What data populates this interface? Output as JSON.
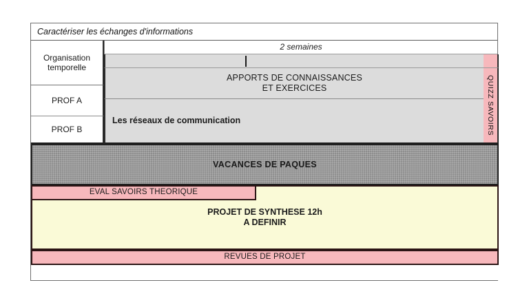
{
  "planning": {
    "title": "Caractériser les échanges d'informations",
    "duration_label": "2 semaines",
    "left_column": {
      "organisation_line1": "Organisation",
      "organisation_line2": "temporelle",
      "prof_a": "PROF A",
      "prof_b": "PROF B"
    },
    "blocks": {
      "apports_line1": "APPORTS DE CONNAISSANCES",
      "apports_line2": "ET EXERCICES",
      "reseaux": "Les réseaux de communication",
      "quizz": "QUIZZ SAVOIRS",
      "vacances": "VACANCES DE PAQUES",
      "eval": "EVAL SAVOIRS THEORIQUE",
      "projet_line1": "PROJET DE SYNTHESE 12h",
      "projet_line2": "A DEFINIR",
      "revues": "REVUES DE PROJET"
    },
    "colors": {
      "grey_content": "#dcdcdc",
      "grey_holiday": "#8e8e8e",
      "pink": "#f7b8bc",
      "yellow": "#fafad7",
      "border_dark": "#1f1f1f",
      "border_maroon": "#2b1414"
    }
  }
}
